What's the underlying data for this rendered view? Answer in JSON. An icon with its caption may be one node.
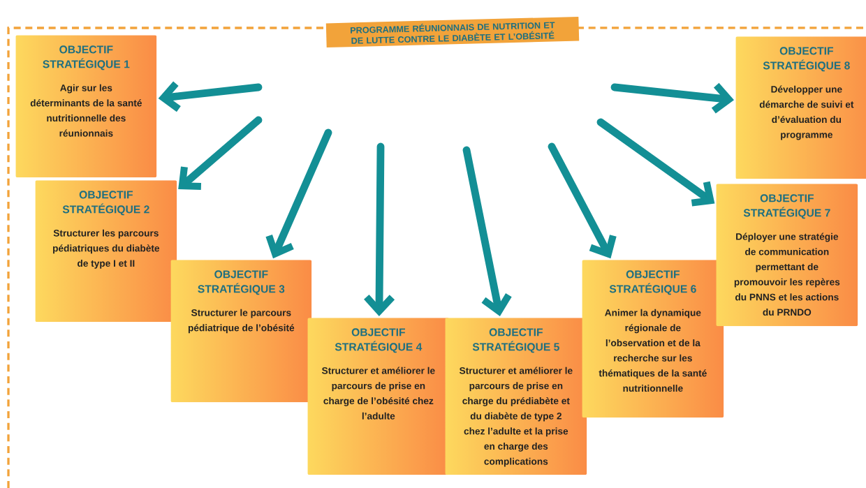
{
  "diagram": {
    "title": "PROGRAMME RÉUNIONNAIS DE NUTRITION ET DE LUTTE CONTRE LE DIABÈTE ET L’OBÉSITÉ",
    "nodes": [
      {
        "text": [
          "OBJECTIF STRATÉGIQUE 1",
          "Agir sur les déterminants de la santé nutritionnelle des réunionnais"
        ]
      },
      {
        "text": [
          "OBJECTIF STRATÉGIQUE 2",
          "Structurer les parcours pédiatriques du diabète de type I et II"
        ]
      },
      {
        "text": [
          "OBJECTIF STRATÉGIQUE 3",
          "Structurer le parcours pédiatrique de l’obésité"
        ]
      },
      {
        "text": [
          "OBJECTIF STRATÉGIQUE 4",
          "Structurer et améliorer le parcours de prise en charge de l’obésité chez l’adulte"
        ]
      },
      {
        "text": [
          "OBJECTIF STRATÉGIQUE 5",
          "Structurer et améliorer le parcours de prise en charge du prédiabète et du diabète de type 2 chez l’adulte et la prise en charge des complications"
        ]
      },
      {
        "text": [
          "OBJECTIF STRATÉGIQUE 6",
          "Animer la dynamique régionale de l’observation et de la recherche sur les thématiques de la santé nutritionnelle"
        ]
      },
      {
        "text": [
          "OBJECTIF STRATÉGIQUE 7",
          "Déployer une stratégie de communication permettant de promouvoir les repères du PNNS et les actions du PRNDO"
        ]
      },
      {
        "text": [
          "OBJECTIF STRATÉGIQUE 8",
          "Développer une démarche de suivi et d’évaluation du programme"
        ]
      }
    ],
    "edges": [
      {
        "from": null,
        "to": 0,
        "arrow": "to"
      },
      {
        "from": null,
        "to": 1,
        "arrow": "to"
      },
      {
        "from": null,
        "to": 2,
        "arrow": "to"
      },
      {
        "from": null,
        "to": 3,
        "arrow": "to"
      },
      {
        "from": null,
        "to": 4,
        "arrow": "to"
      },
      {
        "from": null,
        "to": 5,
        "arrow": "to"
      },
      {
        "from": null,
        "to": 6,
        "arrow": "to"
      },
      {
        "from": null,
        "to": 7,
        "arrow": "to"
      }
    ]
  }
}
